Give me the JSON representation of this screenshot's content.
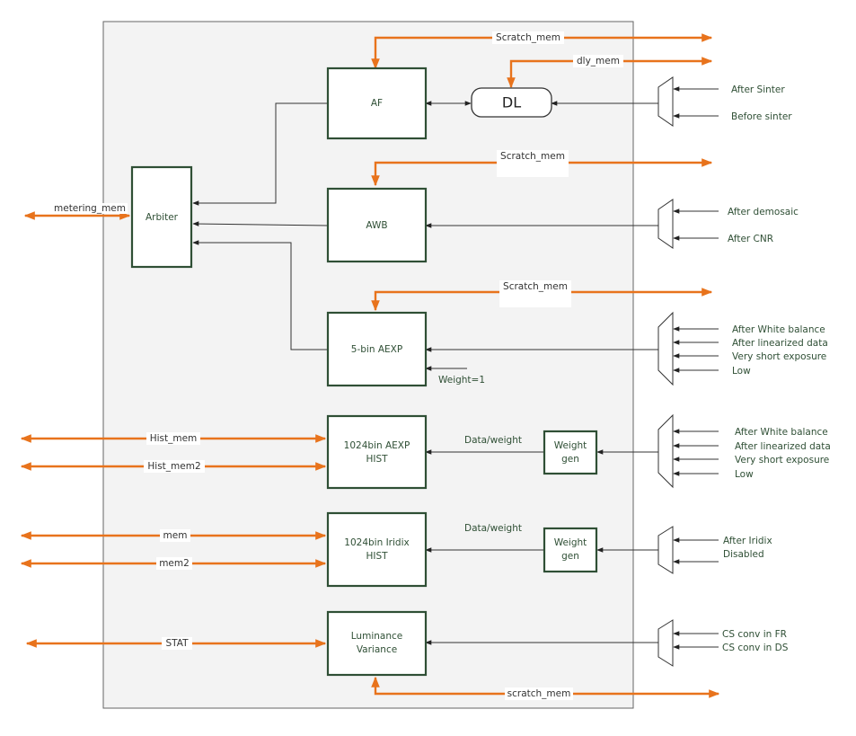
{
  "blocks": {
    "af": "AF",
    "dl": "DL",
    "arbiter": "Arbiter",
    "awb": "AWB",
    "aexp5": "5-bin AEXP",
    "aexp_hist": [
      "1024bin AEXP",
      "HIST"
    ],
    "iridix_hist": [
      "1024bin Iridix",
      "HIST"
    ],
    "weight_gen": [
      "Weight",
      "gen"
    ],
    "luminance": [
      "Luminance",
      "Variance"
    ]
  },
  "buses": {
    "scratch_mem": "Scratch_mem",
    "dly_mem": "dly_mem",
    "metering_mem": "metering_mem",
    "hist_mem": "Hist_mem",
    "hist_mem2": "Hist_mem2",
    "mem": "mem",
    "mem2": "mem2",
    "stat": "STAT",
    "scratch_mem_bottom": "scratch_mem"
  },
  "labels": {
    "weight_one": "Weight=1",
    "data_weight": "Data/weight"
  },
  "inputs": {
    "af_mux": [
      "After Sinter",
      "Before sinter"
    ],
    "awb_mux": [
      "After demosaic",
      "After CNR"
    ],
    "aexp_mux": [
      "After White balance",
      "After linearized data",
      "Very short exposure",
      "Low"
    ],
    "hist_mux": [
      "After White balance",
      "After linearized data",
      "Very short exposure",
      "Low"
    ],
    "iridix_mux": [
      "After Iridix",
      "Disabled"
    ],
    "lum_mux": [
      "CS conv in FR",
      "CS conv in DS"
    ]
  },
  "colors": {
    "block_border": "#2f4f35",
    "memory_bus": "#e8731c",
    "panel": "#f3f3f3"
  }
}
